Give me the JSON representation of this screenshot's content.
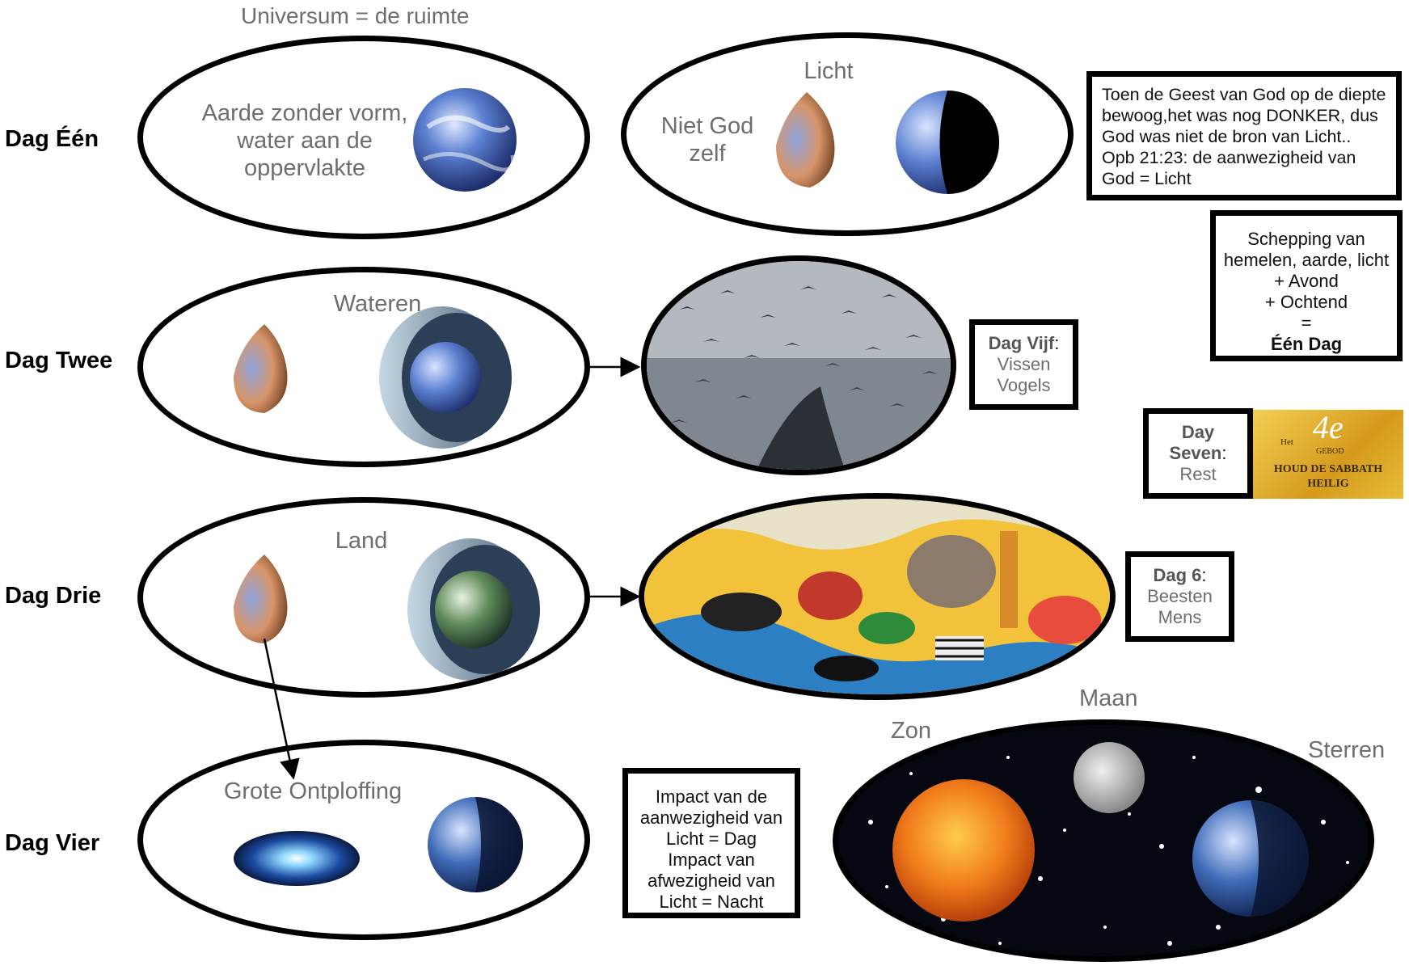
{
  "universe_label": "Universum = de ruimte",
  "days": {
    "one": "Dag Één",
    "two": "Dag Twee",
    "three": "Dag Drie",
    "four": "Dag Vier"
  },
  "day1": {
    "left_text": [
      "Aarde zonder vorm,",
      "water aan de",
      "oppervlakte"
    ],
    "right_title": "Licht",
    "right_text": [
      "Niet God",
      "zelf"
    ]
  },
  "day2": {
    "title": "Wateren"
  },
  "day3": {
    "title": "Land"
  },
  "day4": {
    "title": "Grote Ontploffing"
  },
  "info_box": {
    "lines": [
      "Toen de Geest van God op de diepte",
      "bewoog,het was nog DONKER, dus",
      "God was niet de bron van Licht..",
      "Opb 21:23: de aanwezigheid van",
      "God = Licht"
    ]
  },
  "creation_box": {
    "lines": [
      "Schepping van",
      "hemelen, aarde, licht",
      "+ Avond",
      "+ Ochtend",
      "="
    ],
    "result": "Één Dag"
  },
  "day_five": {
    "label": "Dag Vijf",
    "colon": ":",
    "items": [
      "Vissen",
      "Vogels"
    ]
  },
  "day_six": {
    "label": "Dag 6",
    "colon": ":",
    "items": [
      "Beesten",
      "Mens"
    ]
  },
  "day_seven": {
    "label": [
      "Day",
      "Seven"
    ],
    "colon": ":",
    "item": "Rest"
  },
  "commandment": {
    "number": "4e",
    "het": "Het",
    "gebod": "GEBOD",
    "line1": "HOUD DE SABBATH",
    "line2": "HEILIG"
  },
  "impact_box": {
    "lines": [
      "Impact van de",
      "aanwezigheid van",
      "Licht = Dag",
      "Impact van",
      "afwezigheid van",
      "Licht = Nacht"
    ]
  },
  "sky": {
    "zon": "Zon",
    "maan": "Maan",
    "sterren": "Sterren"
  },
  "colors": {
    "outline": "#000000",
    "label_grey": "#6e6e6e",
    "gold": "#e3b32a"
  }
}
